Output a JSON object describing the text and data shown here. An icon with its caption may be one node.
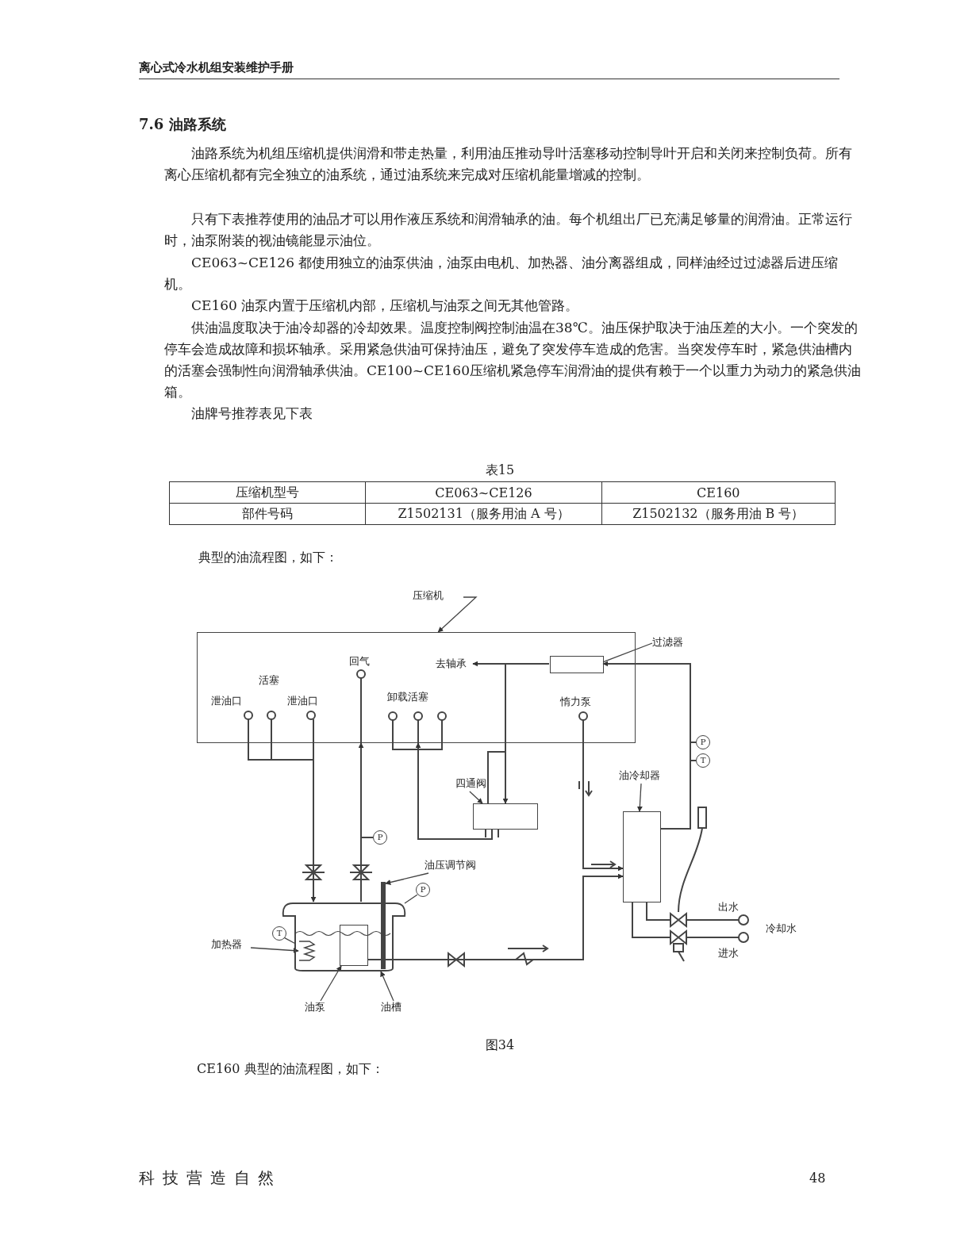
{
  "diagram": {
    "title": "7.6 油路系统",
    "caption": "图34",
    "nodes": [
      {
        "text": [
          "压缩机"
        ]
      },
      {
        "text": [],
        "shape": "box"
      },
      {
        "text": [
          "去轴承"
        ],
        "in": 1
      },
      {
        "text": [],
        "shape": "box",
        "in": 1
      },
      {
        "text": [
          "过滤器"
        ]
      },
      {
        "text": [
          "P"
        ]
      },
      {
        "text": [
          "T"
        ]
      },
      {
        "text": [
          "四通阀"
        ]
      },
      {
        "text": [],
        "shape": "box"
      },
      {
        "text": [
          "油冷却器"
        ]
      },
      {
        "text": [],
        "shape": "box"
      },
      {
        "text": [
          "P"
        ]
      },
      {
        "text": [
          "油压调节阀"
        ]
      },
      {
        "text": [],
        "shape": "bar"
      },
      {
        "text": [
          "P"
        ]
      },
      {
        "text": [
          "加热器"
        ]
      },
      {
        "text": [],
        "shape": "box"
      },
      {
        "text": [
          "T"
        ]
      },
      {
        "text": [],
        "shape": "coil",
        "in": 16
      },
      {
        "text": [],
        "shape": "box",
        "in": 16
      },
      {
        "text": [
          "油泵"
        ]
      },
      {
        "text": [
          "油槽"
        ]
      }
    ],
    "edges": [
      {
        "from": 0,
        "to": 1,
        "arrow": "to"
      },
      {
        "from": 4,
        "to": 3,
        "arrow": "none"
      },
      {
        "from": 3,
        "to": 2,
        "arrow": "to"
      },
      {
        "from": 3,
        "to": 8,
        "arrow": "to"
      },
      {
        "from": 8,
        "to": 1,
        "arrow": "to"
      },
      {
        "from": 1,
        "to": 16,
        "arrow": "to"
      },
      {
        "from": 16,
        "to": 1,
        "arrow": "to"
      },
      {
        "from": 7,
        "to": 8,
        "arrow": "to"
      },
      {
        "from": 9,
        "to": 10,
        "arrow": "to"
      },
      {
        "from": 12,
        "to": 13,
        "arrow": "to"
      },
      {
        "from": 15,
        "to": 18,
        "arrow": "to"
      },
      {
        "from": 20,
        "to": 19,
        "arrow": "to"
      },
      {
        "from": 21,
        "to": 16,
        "arrow": "to"
      },
      {
        "from": 19,
        "to": 10,
        "arrow": "to"
      },
      {
        "from": 1,
        "to": 10,
        "arrow": "to"
      },
      {
        "from": 10,
        "to": 3,
        "arrow": "to"
      },
      {
        "from": 11,
        "to": null,
        "arrow": "none"
      },
      {
        "from": 5,
        "to": null,
        "arrow": "none"
      },
      {
        "from": 6,
        "to": null,
        "arrow": "none"
      },
      {
        "from": 14,
        "to": 16,
        "arrow": "none"
      },
      {
        "from": 17,
        "to": 16,
        "arrow": "none"
      }
    ],
    "labels": [
      "离心式冷水机组安装维护手册",
      "油路系统为机组压缩机提供润滑和带走热量，利用油压推动导叶活塞移动控制导叶开启和关闭来控制负荷。所有离心压缩机都有完全独立的油系统，通过油系统来完成对压缩机能量增减的控制。",
      "只有下表推荐使用的油品才可以用作液压系统和润滑轴承的油。每个机组出厂已充满足够量的润滑油。正常运行时，油泵附装的视油镜能显示油位。",
      "CE063~CE126 都使用独立的油泵供油，油泵由电机、加热器、油分离器组成，同样油经过过滤器后进压缩机。",
      "CE160 油泵内置于压缩机内部，压缩机与油泵之间无其他管路。",
      "供油温度取决于油冷却器的冷却效果。温度控制阀控制油温在38℃。油压保护取决于油压差的大小。一个突发的停车会造成故障和损坏轴承。采用紧急供油可保持油压，避免了突发停车造成的危害。当突发停车时，紧急供油槽内的活塞会强制性向润滑轴承供油。CE100~CE160压缩机紧急停车润滑油的提供有赖于一个以重力为动力的紧急供油箱。",
      "油牌号推荐表见下表",
      "表15",
      "压缩机型号",
      "CE063~CE126",
      "CE160",
      "部件号码",
      "Z1502131（服务用油 A 号）",
      "Z1502132（服务用油 B 号）",
      "典型的油流程图，如下：",
      "活塞",
      "泄油口",
      "泄油口",
      "回气",
      "卸载活塞",
      "惰力泵",
      "出水",
      "冷却水",
      "进水",
      "CE160 典型的油流程图，如下：",
      "科技营造自然",
      "48"
    ]
  }
}
